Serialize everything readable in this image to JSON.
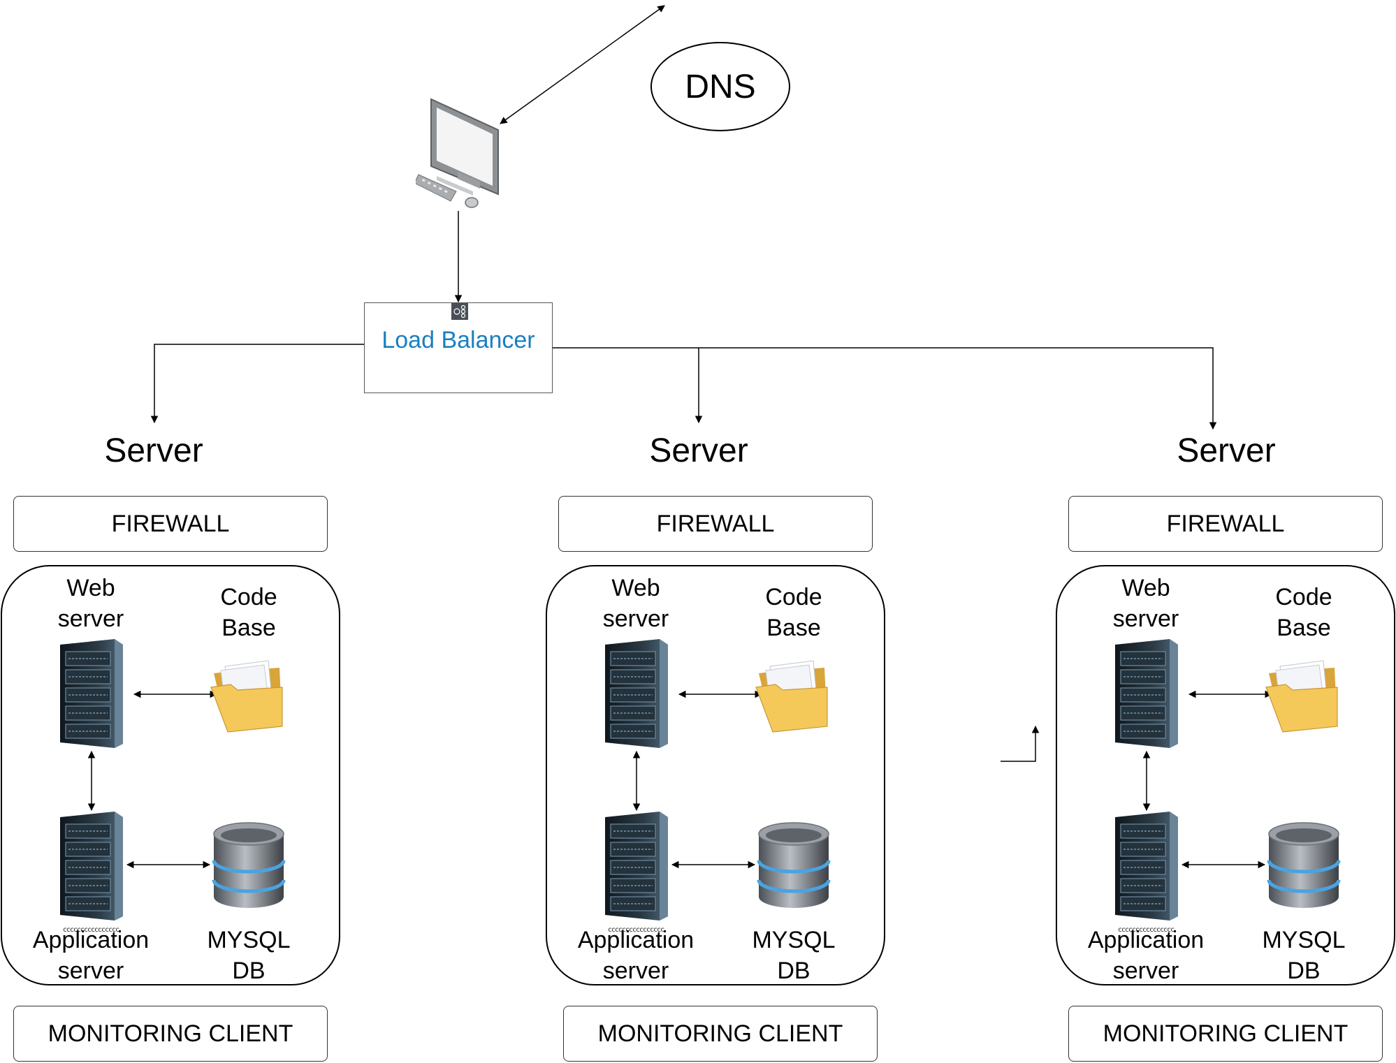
{
  "dns": {
    "label": "DNS"
  },
  "load_balancer": {
    "label": "Load Balancer"
  },
  "columns": [
    {
      "server_title": "Server",
      "firewall": "FIREWALL",
      "web_server": {
        "line1": "Web",
        "line2": "server"
      },
      "code_base": {
        "line1": "Code",
        "line2": "Base"
      },
      "app_server": {
        "line1": "Application",
        "line2": "server",
        "tiny": "cccccccccccccccc"
      },
      "mysql": {
        "line1": "MYSQL",
        "line2": "DB"
      },
      "monitoring": "MONITORING CLIENT"
    },
    {
      "server_title": "Server",
      "firewall": "FIREWALL",
      "web_server": {
        "line1": "Web",
        "line2": "server"
      },
      "code_base": {
        "line1": "Code",
        "line2": "Base"
      },
      "app_server": {
        "line1": "Application",
        "line2": "server",
        "tiny": "cccccccccccccccc"
      },
      "mysql": {
        "line1": "MYSQL",
        "line2": "DB"
      },
      "monitoring": "MONITORING CLIENT"
    },
    {
      "server_title": "Server",
      "firewall": "FIREWALL",
      "web_server": {
        "line1": "Web",
        "line2": "server"
      },
      "code_base": {
        "line1": "Code",
        "line2": "Base"
      },
      "app_server": {
        "line1": "Application",
        "line2": "server",
        "tiny": "cccccccccccccccc"
      },
      "mysql": {
        "line1": "MYSQL",
        "line2": "DB"
      },
      "monitoring": "MONITORING CLIENT"
    }
  ],
  "icons": {
    "client": "desktop-computer-icon",
    "load_balancer": "load-balancer-icon",
    "web_server": "server-rack-icon",
    "app_server": "server-rack-icon",
    "code_base": "folder-icon",
    "database": "database-icon"
  },
  "colors": {
    "load_balancer_text": "#1a7fc0",
    "stroke": "#000000",
    "rack_dark": "#1f2a33",
    "rack_blue": "#3a6a8a",
    "folder": "#f2c14e",
    "db_gray": "#7a7f86",
    "db_ring": "#4aa3e0"
  }
}
